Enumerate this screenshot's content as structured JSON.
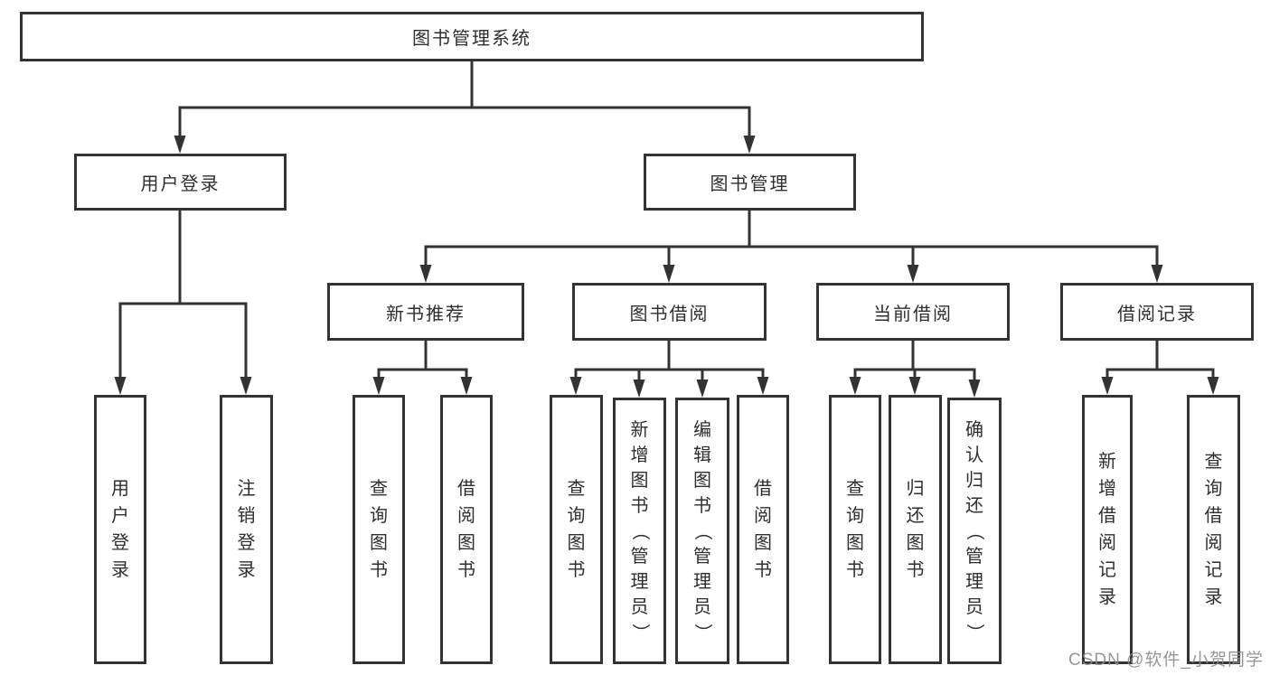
{
  "diagram": {
    "root": {
      "label": "图书管理系统"
    },
    "branches": [
      {
        "label": "用户登录",
        "children": [
          {
            "label": "用户登录"
          },
          {
            "label": "注销登录"
          }
        ]
      },
      {
        "label": "图书管理",
        "children": [
          {
            "label": "新书推荐",
            "children": [
              {
                "label": "查询图书"
              },
              {
                "label": "借阅图书"
              }
            ]
          },
          {
            "label": "图书借阅",
            "children": [
              {
                "label": "查询图书"
              },
              {
                "label": "新增图书（管理员）"
              },
              {
                "label": "编辑图书（管理员）"
              },
              {
                "label": "借阅图书"
              }
            ]
          },
          {
            "label": "当前借阅",
            "children": [
              {
                "label": "查询图书"
              },
              {
                "label": "归还图书"
              },
              {
                "label": "确认归还（管理员）"
              }
            ]
          },
          {
            "label": "借阅记录",
            "children": [
              {
                "label": "新增借阅记录"
              },
              {
                "label": "查询借阅记录"
              }
            ]
          }
        ]
      }
    ]
  },
  "watermark": {
    "text": "CSDN @软件_小贺同学"
  },
  "colors": {
    "line": "#333333",
    "text": "#2e2e2e",
    "watermark": "#8c8c8c"
  }
}
